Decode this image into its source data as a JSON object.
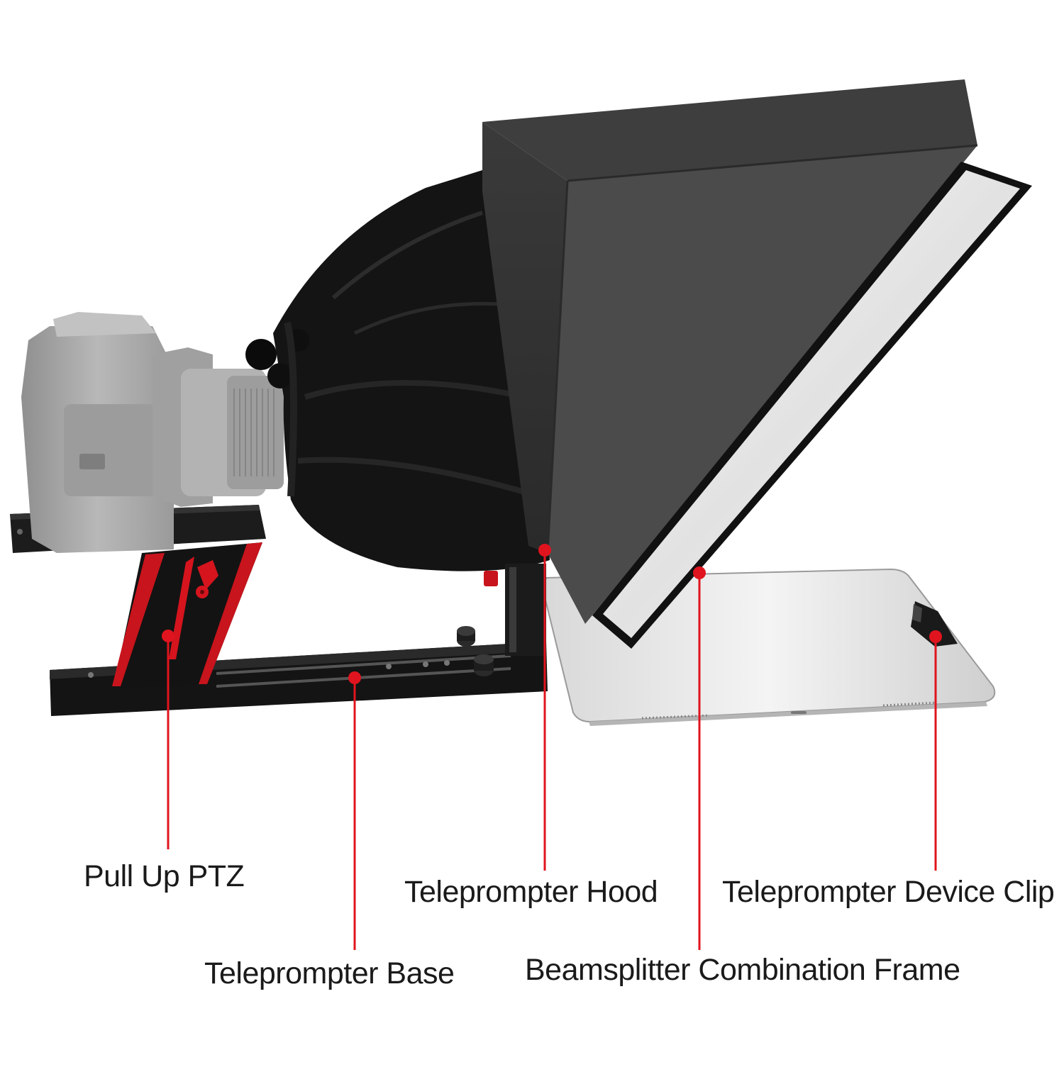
{
  "colors": {
    "accent": "#e0141e",
    "hood": "#4a4a4a",
    "hood_dark": "#2f2f2f",
    "fabric": "#151515",
    "glass": "#eeeeee",
    "camera": "#a9a9a9",
    "tablet": "#e6e6e6",
    "base": "#141414"
  },
  "callouts": {
    "ptz": "Pull Up PTZ",
    "base": "Teleprompter Base",
    "hood": "Teleprompter Hood",
    "frame": "Beamsplitter Combination Frame",
    "clip": "Teleprompter Device Clip"
  },
  "icons": [
    "camera-icon",
    "teleprompter-hood-icon",
    "tablet-icon"
  ]
}
